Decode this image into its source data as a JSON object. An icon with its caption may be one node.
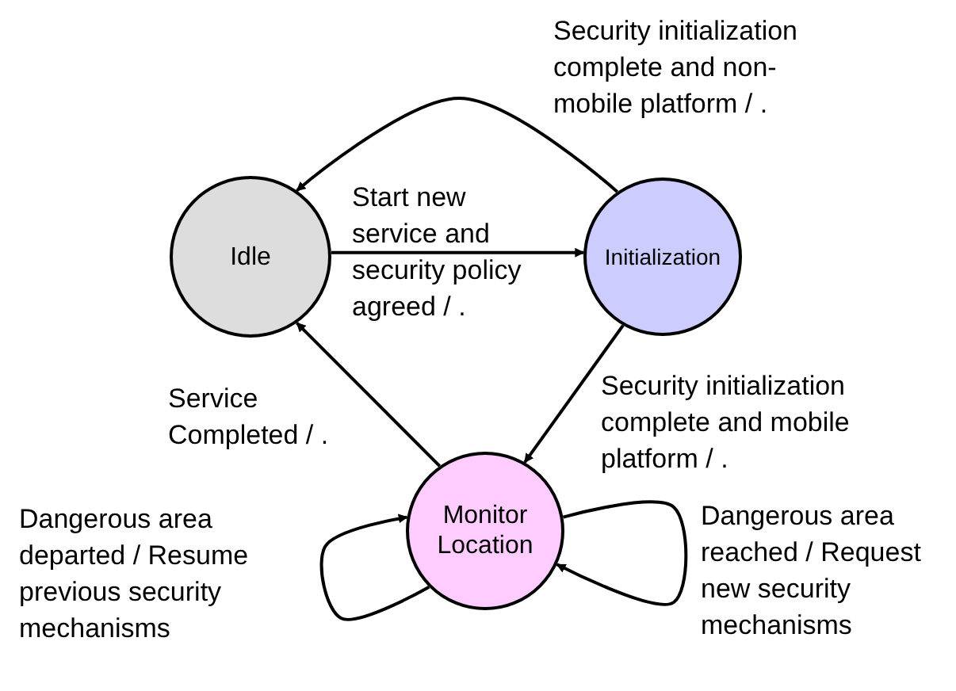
{
  "diagram": {
    "nodes": [
      {
        "text": [
          "Idle"
        ]
      },
      {
        "text": [
          "Initialization"
        ]
      },
      {
        "text": [
          "Monitor Location"
        ]
      }
    ],
    "edges": [
      {
        "from": 0,
        "to": 1,
        "arrow": "to",
        "label": "Start new service and security policy agreed / ."
      },
      {
        "from": 1,
        "to": 0,
        "arrow": "to",
        "label": "Security initialization complete and non-mobile platform / ."
      },
      {
        "from": 2,
        "to": 0,
        "arrow": "to",
        "label": "Service Completed / ."
      },
      {
        "from": 1,
        "to": 2,
        "arrow": "to",
        "label": "Security initialization complete and mobile platform / ."
      },
      {
        "from": 2,
        "to": 2,
        "arrow": "to",
        "label": "Dangerous area departed / Resume previous security mechanisms"
      },
      {
        "from": 2,
        "to": 2,
        "arrow": "to",
        "label": "Dangerous area reached / Request new security mechanisms"
      }
    ]
  }
}
